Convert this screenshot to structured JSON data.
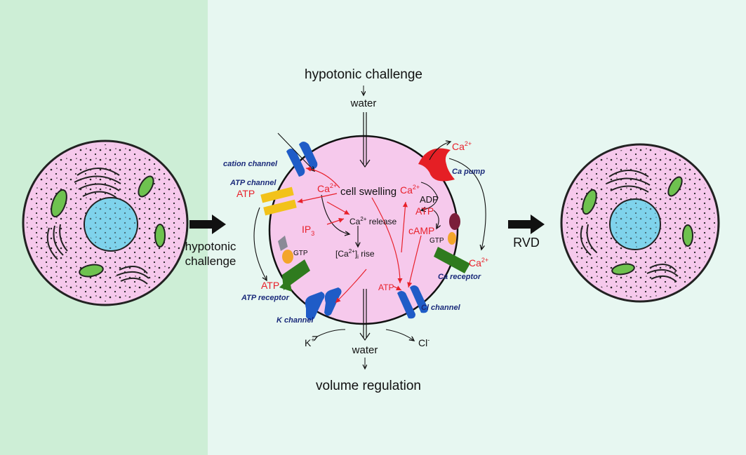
{
  "colors": {
    "left_panel": "#cdeed6",
    "right_panel": "#e7f7f1",
    "cell_fill": "#f6c9ec",
    "nucleus": "#7fd3ec",
    "mito": "#6ec24f",
    "red_text": "#e8202a",
    "italic_label": "#1a2a7a",
    "channel_blue": "#1f5cc7",
    "atp_channel_yellow": "#f2c21a",
    "receptor_green": "#2f7b1e",
    "pump_red": "#e51f25",
    "gprotein_orange": "#f3a52a",
    "gprotein_gray": "#8a8a96",
    "plum": "#7b1e3a"
  },
  "labels": {
    "top_title": "hypotonic challenge",
    "top_water": "water",
    "bottom_water": "water",
    "bottom_title": "volume regulation",
    "left_arrow_line1": "hypotonic",
    "left_arrow_line2": "challenge",
    "right_arrow": "RVD",
    "cell_swelling": "cell swelling",
    "ca2_release_ca": "Ca",
    "ca2_release_sup": "2+",
    "ca2_release_word": " release",
    "ca_rise_bracket_open": "[Ca",
    "ca_rise_sup": "2+",
    "ca_rise_bracket_close": "]",
    "ca_rise_sub": "i",
    "ca_rise_word": " rise",
    "ip3_main": "IP",
    "ip3_sub": "3",
    "gtp_left": "GTP",
    "gtp_right": "GTP",
    "cation_channel": "cation channel",
    "atp_channel": "ATP channel",
    "atp_receptor": "ATP receptor",
    "k_channel": "K channel",
    "cl_channel": "Cl channel",
    "ca_pump": "Ca pump",
    "ca_receptor": "Ca receptor",
    "atp_left_top": "ATP",
    "atp_left_bottom": "ATP",
    "atp_right_channel": "ATP",
    "atp_pump": "ATP",
    "adp": "ADP",
    "camp": "cAMP",
    "ca_in_main": "Ca",
    "ca_in_sup": "2+",
    "ca_pump_in_main": "Ca",
    "ca_pump_in_sup": "2+",
    "ca_pump_out_main": "Ca",
    "ca_pump_out_sup": "2+",
    "ca_receptor_main": "Ca",
    "ca_receptor_sup": "2+",
    "k_ion_main": "K",
    "k_ion_sup": "+",
    "cl_ion_main": "Cl",
    "cl_ion_sup": "-"
  }
}
